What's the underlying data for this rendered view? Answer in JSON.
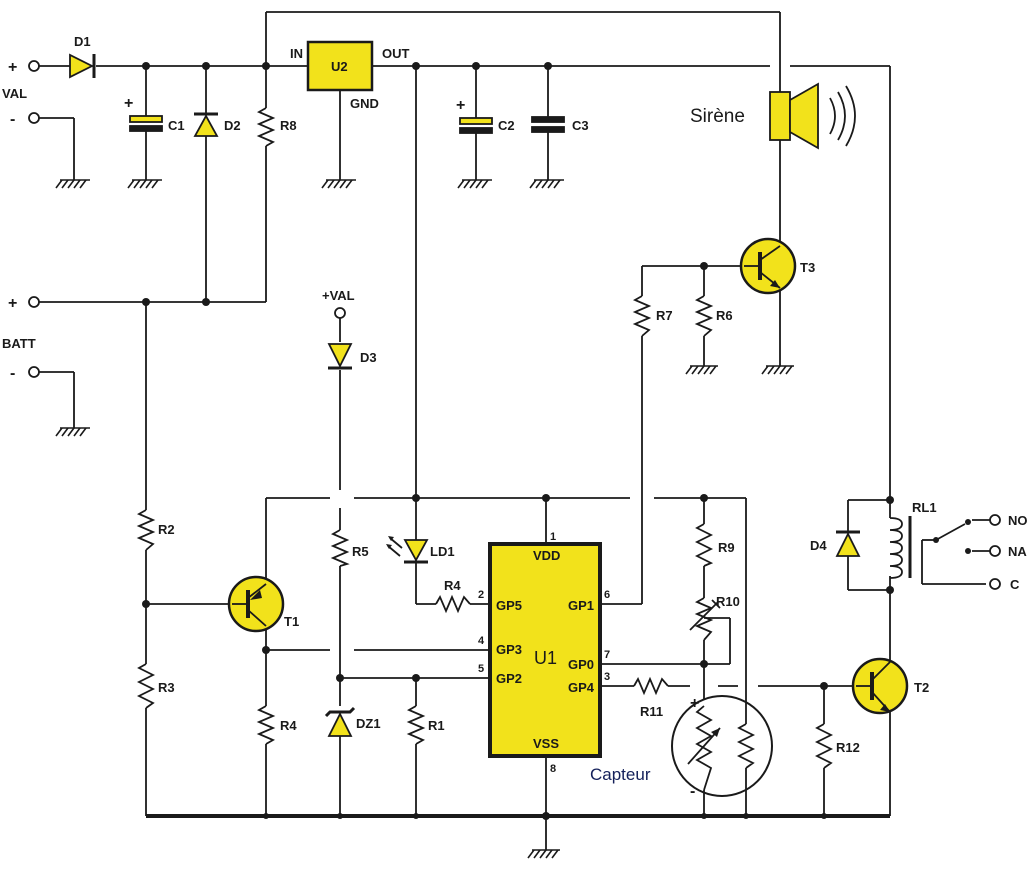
{
  "labels": {
    "d1": "D1",
    "c1": "C1",
    "d2": "D2",
    "r8": "R8",
    "u2": "U2",
    "u2_in": "IN",
    "u2_out": "OUT",
    "u2_gnd": "GND",
    "c2": "C2",
    "c3": "C3",
    "val": "VAL",
    "batt": "BATT",
    "plus": "+",
    "minus": "-",
    "d3": "D3",
    "plus_val": "+VAL",
    "ld1": "LD1",
    "r4_top": "R4",
    "r5": "R5",
    "r2": "R2",
    "r3": "R3",
    "t1": "T1",
    "r4_bottom": "R4",
    "dz1": "DZ1",
    "r1": "R1",
    "u1": "U1",
    "vdd": "VDD",
    "vss": "VSS",
    "gp5": "GP5",
    "gp3": "GP3",
    "gp2": "GP2",
    "gp1": "GP1",
    "gp0": "GP0",
    "gp4": "GP4",
    "pin1": "1",
    "pin2": "2",
    "pin4": "4",
    "pin5": "5",
    "pin6": "6",
    "pin7": "7",
    "pin3": "3",
    "pin8": "8",
    "r9": "R9",
    "r10": "R10",
    "r11": "R11",
    "r12": "R12",
    "r7": "R7",
    "r6": "R6",
    "t3": "T3",
    "t2": "T2",
    "d4": "D4",
    "rl1": "RL1",
    "no": "NO",
    "na": "NA",
    "c": "C",
    "sirene": "Sirène",
    "capteur": "Capteur",
    "sensor_plus": "+",
    "sensor_minus": "-"
  },
  "colors": {
    "component_fill": "#f2e21b",
    "wire": "#1a1a1a",
    "capteur_text": "#14205a"
  }
}
